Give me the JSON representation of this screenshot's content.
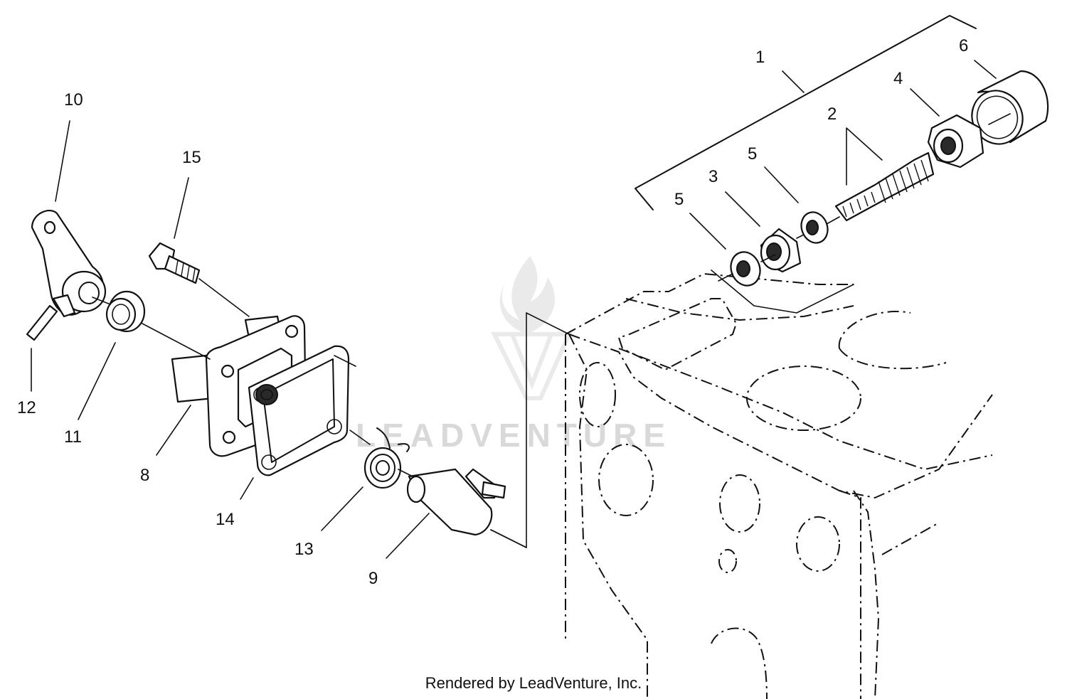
{
  "diagram": {
    "callouts": [
      {
        "id": "c1",
        "label": "1"
      },
      {
        "id": "c2",
        "label": "2"
      },
      {
        "id": "c3",
        "label": "3"
      },
      {
        "id": "c4",
        "label": "4"
      },
      {
        "id": "c5a",
        "label": "5"
      },
      {
        "id": "c5b",
        "label": "5"
      },
      {
        "id": "c6",
        "label": "6"
      },
      {
        "id": "c8",
        "label": "8"
      },
      {
        "id": "c9",
        "label": "9"
      },
      {
        "id": "c10",
        "label": "10"
      },
      {
        "id": "c11",
        "label": "11"
      },
      {
        "id": "c12",
        "label": "12"
      },
      {
        "id": "c13",
        "label": "13"
      },
      {
        "id": "c14",
        "label": "14"
      },
      {
        "id": "c15",
        "label": "15"
      }
    ],
    "watermark": "LEADVENTURE",
    "footer": "Rendered by LeadVenture, Inc."
  }
}
